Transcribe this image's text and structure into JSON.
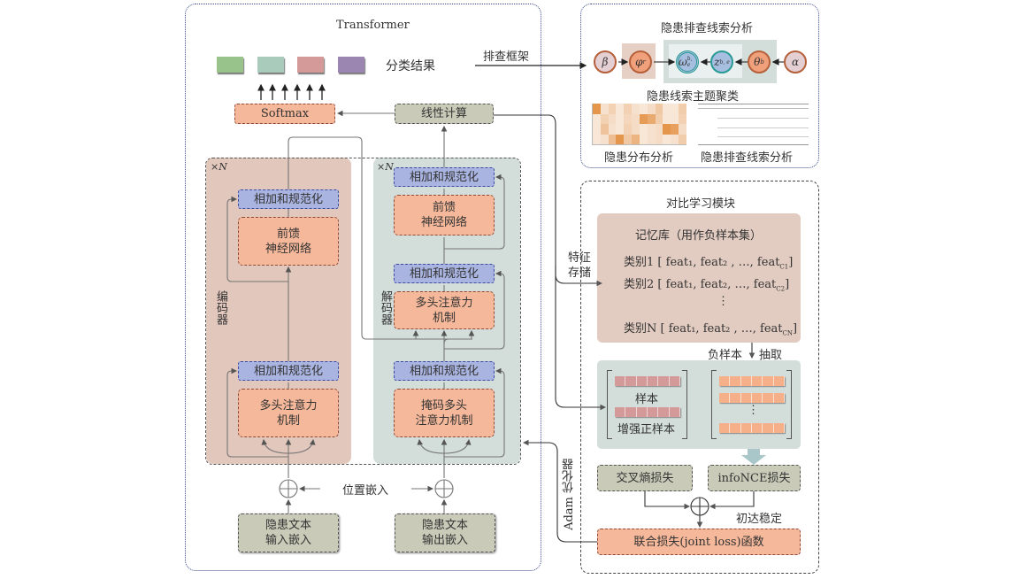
{
  "transformer": {
    "title": "Transformer",
    "results_label": "分类结果",
    "result_colors": [
      "#98c48c",
      "#a9cbbb",
      "#d49a9a",
      "#9a86b0"
    ],
    "softmax": "Softmax",
    "linear": "线性计算",
    "encoder": {
      "repeat": "×N",
      "side_label": "编码器",
      "addnorm_top": "相加和规范化",
      "ffn_line1": "前馈",
      "ffn_line2": "神经网络",
      "addnorm_bottom": "相加和规范化",
      "mha_line1": "多头注意力",
      "mha_line2": "机制"
    },
    "decoder": {
      "repeat": "×N",
      "side_label": "解码器",
      "addnorm_top": "相加和规范化",
      "ffn_line1": "前馈",
      "ffn_line2": "神经网络",
      "addnorm_mid": "相加和规范化",
      "mha_line1": "多头注意力",
      "mha_line2": "机制",
      "addnorm_bottom": "相加和规范化",
      "masked_line1": "掩码多头",
      "masked_line2": "注意力机制"
    },
    "positional": "位置嵌入",
    "input_embed_line1": "隐患文本",
    "input_embed_line2": "输入嵌入",
    "output_embed_line1": "隐患文本",
    "output_embed_line2": "输出嵌入"
  },
  "framework_label": "排查框架",
  "analysis": {
    "title": "隐患排查线索分析",
    "nodes": [
      "β",
      "φ",
      "ω",
      "z",
      "θ",
      "α"
    ],
    "node_subscripts": [
      "",
      "r",
      "b, e",
      "b, e",
      "b",
      ""
    ],
    "cluster_label": "隐患线索主题聚类",
    "heatmap_label": "隐患分布分析",
    "table_label": "隐患排查线索分析",
    "heatmap_values": [
      [
        0.9,
        0.15,
        0.3,
        0.1,
        0.3,
        0.15,
        0.1,
        0.2,
        0.4,
        0.1,
        0.1,
        0.35
      ],
      [
        0.1,
        0.3,
        0.2,
        0.1,
        0.25,
        0.2,
        0.85,
        0.7,
        0.35,
        0.1,
        0.1,
        0.3
      ],
      [
        0.1,
        0.45,
        0.15,
        0.1,
        0.3,
        0.2,
        0.1,
        0.15,
        0.2,
        0.9,
        0.8,
        0.2
      ],
      [
        0.1,
        0.15,
        0.5,
        0.9,
        0.4,
        0.6,
        0.1,
        0.15,
        0.2,
        0.1,
        0.15,
        0.35
      ]
    ]
  },
  "feature_store_label_1": "特征",
  "feature_store_label_2": "存储",
  "adam_label": "Adam 优化器",
  "contrastive": {
    "title": "对比学习模块",
    "memory_title": "记忆库（用作负样本集）",
    "rows": [
      {
        "cls": "类别1",
        "content": "[ feat₁, feat₂ , …, feat",
        "sub": "C1",
        "end": "]"
      },
      {
        "cls": "类别2",
        "content": "[ feat₁, feat₂, …, feat",
        "sub": "C2",
        "end": "]"
      },
      {
        "cls": "类别N",
        "content": "[ feat₁, feat₂ , …, feat",
        "sub": "CN",
        "end": "]"
      }
    ],
    "ellipsis": "⋮",
    "neg_label": "负样本",
    "extract_label": "抽取",
    "sample_label": "样本",
    "aug_label": "增强正样本",
    "ce_loss": "交叉熵损失",
    "nce_loss": "infoNCE损失",
    "stable_label": "初达稳定",
    "joint_loss": "联合损失(joint loss)函数"
  }
}
